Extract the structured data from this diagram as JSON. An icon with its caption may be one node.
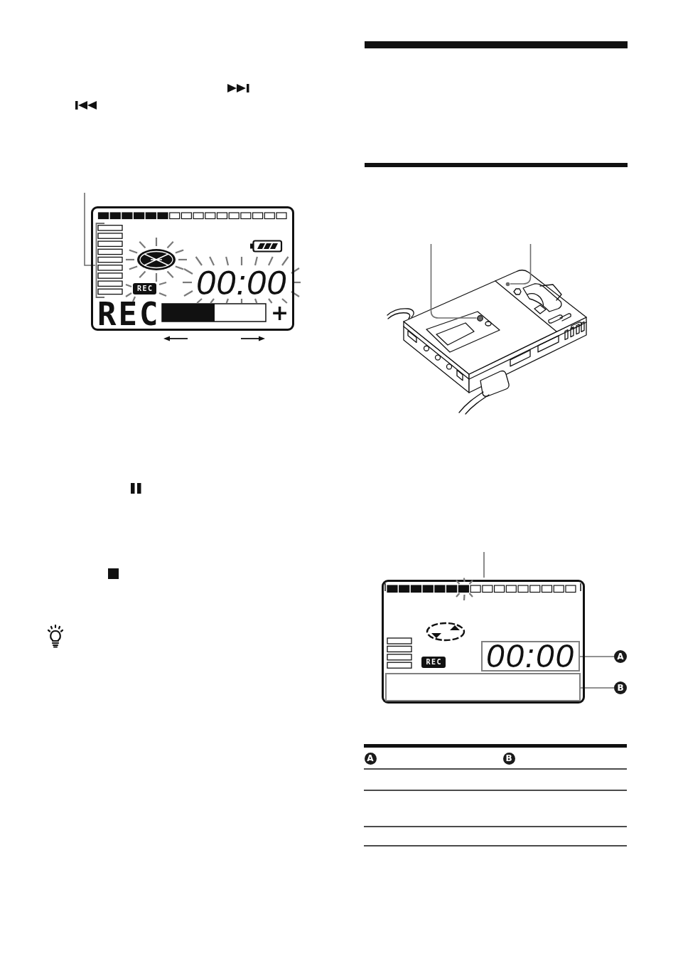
{
  "diagram": {
    "nodes": [
      {
        "text": [
          "REC",
          "00:00",
          "REC",
          "+"
        ]
      },
      {
        "text": [],
        "shape": "bar",
        "in": 0
      },
      {
        "text": [],
        "shape": "circle"
      },
      {
        "text": [],
        "shape": "circle"
      },
      {
        "text": [
          "REC"
        ]
      },
      {
        "text": [],
        "shape": "bar",
        "in": 4
      },
      {
        "text": [
          "00:00"
        ],
        "in": 4
      },
      {
        "text": [],
        "shape": "box",
        "in": 4
      },
      {
        "text": [
          "A"
        ]
      },
      {
        "text": [
          "B"
        ]
      },
      {
        "text": [
          "A"
        ]
      },
      {
        "text": [
          "B"
        ]
      }
    ],
    "edges": [
      {
        "from": null,
        "to": 1,
        "arrow": "none"
      },
      {
        "from": null,
        "to": 2,
        "arrow": "none"
      },
      {
        "from": null,
        "to": 3,
        "arrow": "none"
      },
      {
        "from": null,
        "to": 5,
        "arrow": "none"
      },
      {
        "from": 8,
        "to": 6,
        "arrow": "none"
      },
      {
        "from": 9,
        "to": 7,
        "arrow": "none"
      }
    ]
  }
}
